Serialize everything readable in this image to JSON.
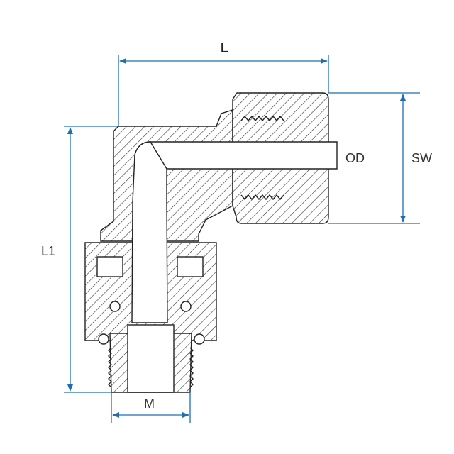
{
  "labels": {
    "length": "L",
    "height": "L1",
    "outer_diameter": "OD",
    "wrench_size": "SW",
    "thread": "M"
  },
  "colors": {
    "dimension": "#1f6fae",
    "outline": "#222222"
  }
}
